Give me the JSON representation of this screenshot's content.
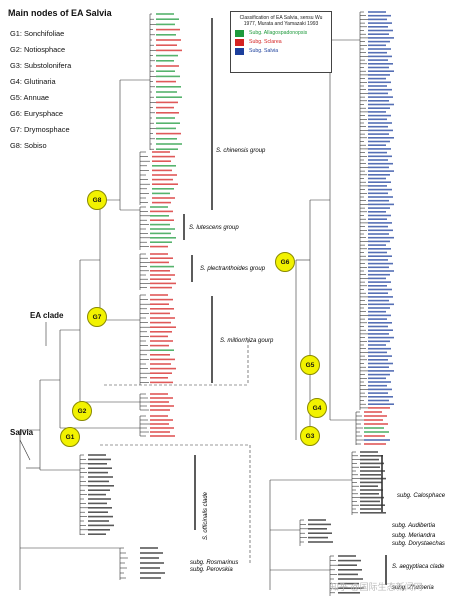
{
  "title": "Main nodes of EA Salvia",
  "nodes_list": [
    "G1: Sonchifoliae",
    "G2: Notiosphace",
    "G3: Substolonifera",
    "G4: Glutinaria",
    "G5: Annuae",
    "G6: Eurysphace",
    "G7: Drymosphace",
    "G8: Sobiso"
  ],
  "legend": {
    "header": "Classification of EA Salvia, sensu Wu 1977, Murata and Yamazaki 1993",
    "items": [
      {
        "label": "Subg. Allagospadonopsis",
        "color": "#1e9a3c"
      },
      {
        "label": "Subg. Sclarea",
        "color": "#d42222"
      },
      {
        "label": "Subg. Salvia",
        "color": "#1c3f9c"
      }
    ]
  },
  "group_labels": {
    "chinensis": "S. chinensis group",
    "lutescens": "S. lutescens group",
    "plectranthoides": "S. plectranthoides group",
    "miltiorrhiza": "S. miltiorrhiza gourp",
    "officinalis": "S. officinalis clade",
    "rosmarinus": "subg. Rosmarinus",
    "perovskia": "subg. Perovskia",
    "calosphace": "subg. Calosphace",
    "audibertia": "subg. Audibertia",
    "meriandra": "subg. Meriandra",
    "dorystaechas": "subg. Dorystaechas",
    "aegyptiaca": "S. aegyptiaca clade",
    "zhumeria": "subg. Zhumeria"
  },
  "badges": [
    "G1",
    "G2",
    "G3",
    "G4",
    "G5",
    "G6",
    "G7",
    "G8"
  ],
  "callouts": {
    "ea_clade": "EA clade",
    "salvia": "Salvia"
  },
  "watermark": "知乎 @国际生态新闻网"
}
